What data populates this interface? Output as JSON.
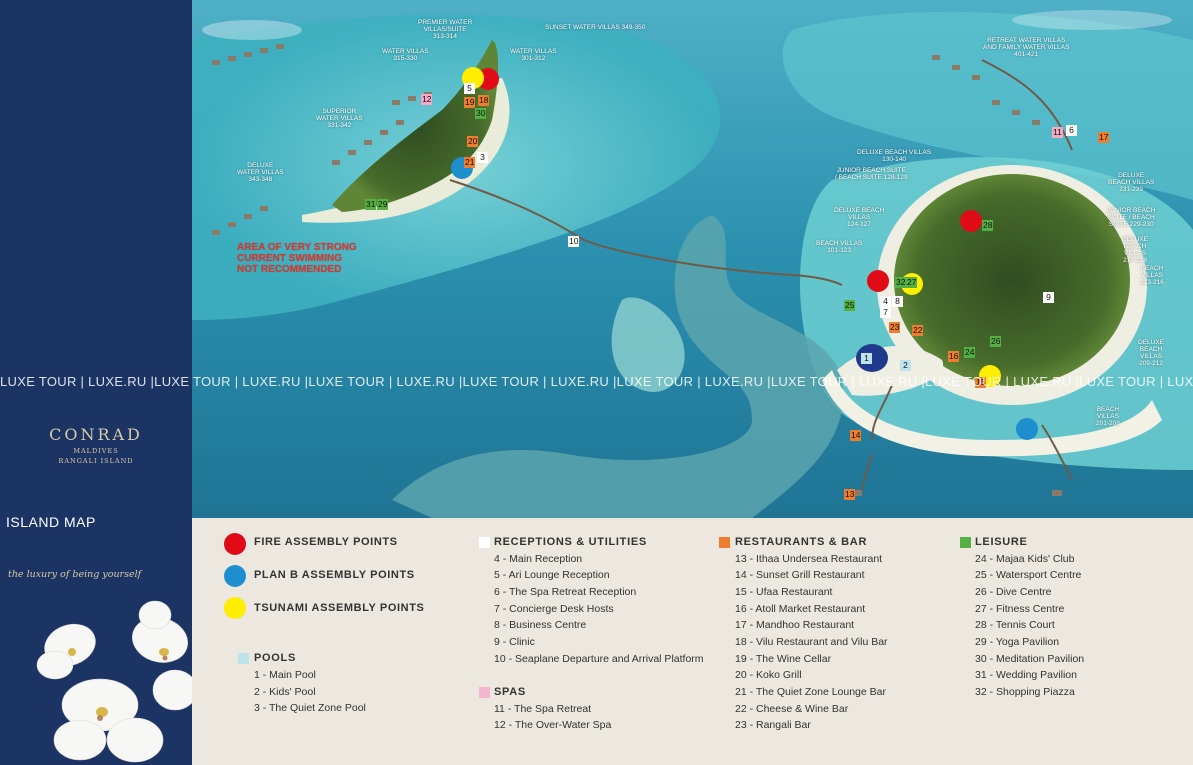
{
  "brand": {
    "name": "CONRAD",
    "sub1": "MALDIVES",
    "sub2": "RANGALI ISLAND",
    "page_title": "ISLAND MAP",
    "tagline": "the luxury of being yourself"
  },
  "colors": {
    "fire": "#e10b17",
    "planb": "#1d8fcf",
    "tsunami": "#ffee00",
    "receptions": "#ffffff",
    "restaurants": "#ee7d2e",
    "leisure": "#55b043",
    "spas": "#f5b5cf",
    "pools": "#bfe2ef",
    "sidebar": "#1c3463"
  },
  "map": {
    "labels": {
      "premier": "PREMIER WATER\nVILLAS/SUITE\n313-314",
      "sunset": "SUNSET WATER VILLAS 349-350",
      "water_315": "WATER VILLAS\n315-330",
      "water_301": "WATER VILLAS\n301-312",
      "superior": "SUPERIOR\nWATER VILLAS\n331-342",
      "deluxe_water": "DELUXE\nWATER VILLAS\n343-348",
      "retreat": "RETREAT WATER VILLAS\nAND FAMILY WATER VILLAS\n401-421",
      "deluxe_beach_130": "DELUXE BEACH VILLAS\n130-140",
      "junior_128": "JUNIOR BEACH SUITE\n/ BEACH SUITE 128-129",
      "deluxe_beach_124": "DELUXE BEACH\nVILLAS\n124-127",
      "beach_101": "BEACH VILLAS\n101-123",
      "deluxe_beach_231": "DELUXE\nBEACH VILLAS\n231-239",
      "junior_229": "JUNIOR BEACH\nSUITE / BEACH\nSUITE 229-230",
      "deluxe_beach_217": "DELUXE\nBEACH\nVILLAS\n217-228",
      "beach_213": "BEACH\nVILLAS\n213-216",
      "deluxe_beach_209": "DELUXE\nBEACH\nVILLAS\n209-212",
      "beach_201": "BEACH\nVILLAS\n201-208"
    },
    "warning": [
      "AREA OF VERY STRONG",
      "CURRENT SWIMMING",
      "NOT RECOMMENDED"
    ],
    "markers": {
      "m5": "5",
      "m18": "18",
      "m19": "19",
      "m30": "30",
      "m12": "12",
      "m20": "20",
      "m21": "21",
      "m3": "3",
      "m31": "31",
      "m29": "29",
      "m10": "10",
      "m11": "11",
      "m6": "6",
      "m17": "17",
      "m28": "28",
      "m32": "32",
      "m27": "27",
      "m25": "25",
      "m4": "4",
      "m8": "8",
      "m7": "7",
      "m9": "9",
      "m23": "23",
      "m22": "22",
      "m26": "26",
      "m24": "24",
      "m16": "16",
      "m1": "1",
      "m2": "2",
      "m15": "15",
      "m14": "14",
      "m13": "13"
    },
    "watermark": "LUXE TOUR | LUXE.RU |LUXE TOUR | LUXE.RU |LUXE TOUR | LUXE.RU |LUXE TOUR | LUXE.RU |LUXE TOUR | LUXE.RU |LUXE TOUR | LUXE.RU |LUXE TOUR | LUXE.RU |LUXE TOUR | LUXE.RU |LUXE TOUR | LUXE.RU |LUXE TOUR"
  },
  "legend": {
    "assembly": {
      "fire": "FIRE ASSEMBLY POINTS",
      "planb": "PLAN B ASSEMBLY POINTS",
      "tsunami": "TSUNAMI ASSEMBLY POINTS"
    },
    "pools": {
      "title": "POOLS",
      "items": [
        "1 - Main Pool",
        "2 - Kids' Pool",
        "3 - The Quiet Zone Pool"
      ]
    },
    "receptions": {
      "title": "RECEPTIONS & UTILITIES",
      "items": [
        "4 - Main Reception",
        "5 - Ari Lounge Reception",
        "6 - The Spa Retreat Reception",
        "7 - Concierge Desk Hosts",
        "8 - Business Centre",
        "9 - Clinic",
        "10 - Seaplane Departure and Arrival Platform"
      ]
    },
    "spas": {
      "title": "SPAS",
      "items": [
        "11 - The Spa Retreat",
        "12 - The Over-Water Spa"
      ]
    },
    "restaurants": {
      "title": "RESTAURANTS & BAR",
      "items": [
        "13 - Ithaa Undersea Restaurant",
        "14 - Sunset Grill Restaurant",
        "15 - Ufaa Restaurant",
        "16 - Atoll Market Restaurant",
        "17 - Mandhoo Restaurant",
        "18 - Vilu Restaurant and Vilu Bar",
        "19 - The Wine Cellar",
        "20 - Koko Grill",
        "21 - The Quiet Zone Lounge Bar",
        "22 - Cheese & Wine Bar",
        "23 - Rangali Bar"
      ]
    },
    "leisure": {
      "title": "LEISURE",
      "items": [
        "24 - Majaa Kids' Club",
        "25 - Watersport Centre",
        "26 - Dive Centre",
        "27 - Fitness Centre",
        "28 - Tennis Court",
        "29 - Yoga Pavilion",
        "30 - Meditation Pavilion",
        "31 - Wedding Pavilion",
        "32 - Shopping Piazza"
      ]
    }
  }
}
